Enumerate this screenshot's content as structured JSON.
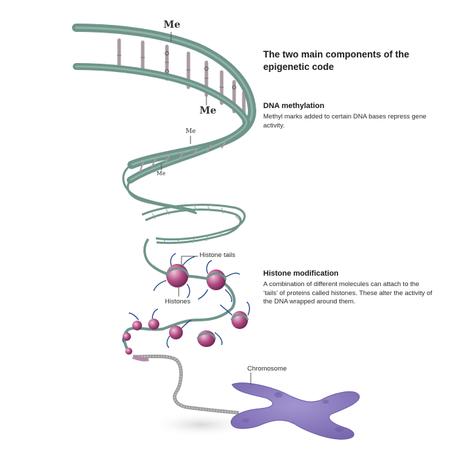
{
  "title": "The two main components of the epigenetic code",
  "dna_methylation": {
    "heading": "DNA methylation",
    "description": "Methyl marks added to certain DNA bases repress gene activity."
  },
  "histone_modification": {
    "heading": "Histone modification",
    "description": "A combination of different molecules can attach to the ‘tails’ of proteins called histones. These alter the activity of the DNA wrapped around them."
  },
  "labels": {
    "methyl_mark": "Me",
    "histone_tails": "Histone tails",
    "histones": "Histones",
    "chromosome": "Chromosome"
  },
  "colors": {
    "dna_backbone": "#6f958b",
    "rung": "#a89aa3",
    "histone": "#b24d83",
    "histone_tail": "#2b4a8c",
    "chromatin_fiber": "#9a9a9a",
    "chromosome": "#8c7bbd"
  }
}
